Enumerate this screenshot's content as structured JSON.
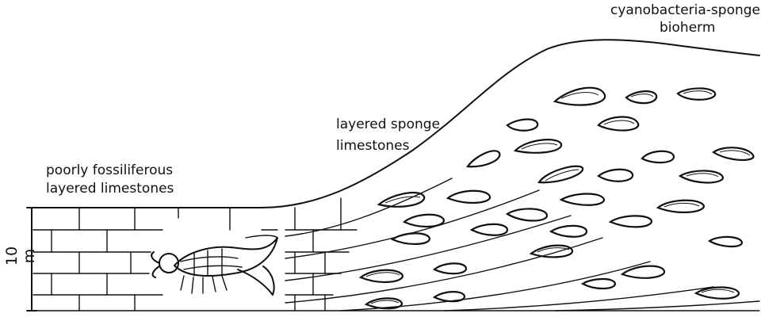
{
  "labels": {
    "bioherm_line1": "cyanobacteria-sponge",
    "bioherm_line2": "bioherm",
    "sponge_line1": "layered sponge",
    "sponge_line2": "limestones",
    "poor_line1": "poorly fossiliferous",
    "poor_line2": "layered limestones"
  },
  "scale": {
    "label": "10 m"
  }
}
